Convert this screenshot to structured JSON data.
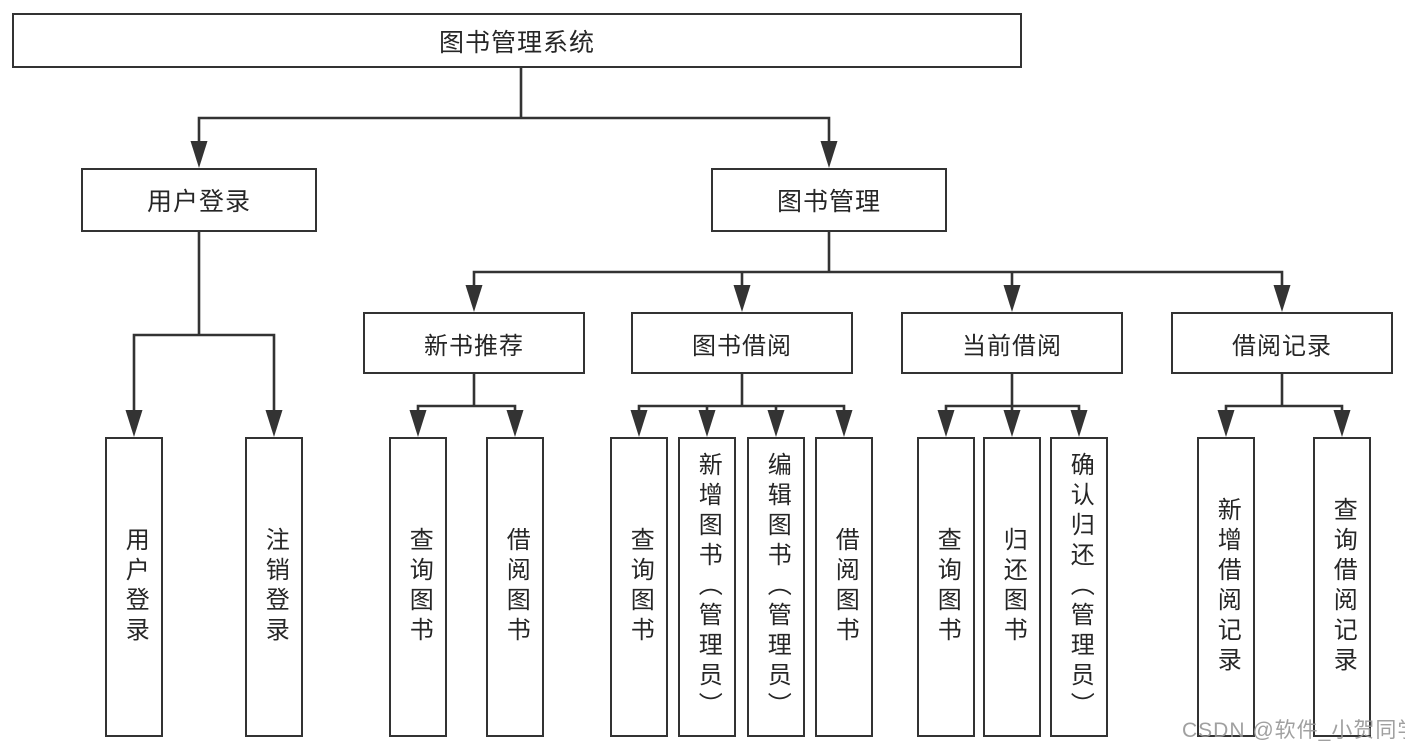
{
  "diagram": {
    "root": {
      "label": "图书管理系统"
    },
    "branches": [
      {
        "label": "用户登录",
        "children": [
          "用户登录",
          "注销登录"
        ]
      },
      {
        "label": "图书管理",
        "modules": [
          {
            "label": "新书推荐",
            "children": [
              "查询图书",
              "借阅图书"
            ]
          },
          {
            "label": "图书借阅",
            "children": [
              "查询图书",
              "新增图书（管理员）",
              "编辑图书（管理员）",
              "借阅图书"
            ]
          },
          {
            "label": "当前借阅",
            "children": [
              "查询图书",
              "归还图书",
              "确认归还（管理员）"
            ]
          },
          {
            "label": "借阅记录",
            "children": [
              "新增借阅记录",
              "查询借阅记录"
            ]
          }
        ]
      }
    ],
    "line_color": "#333333",
    "background_color": "#ffffff"
  },
  "watermark": {
    "text": "CSDN @软件_小贺同学"
  }
}
